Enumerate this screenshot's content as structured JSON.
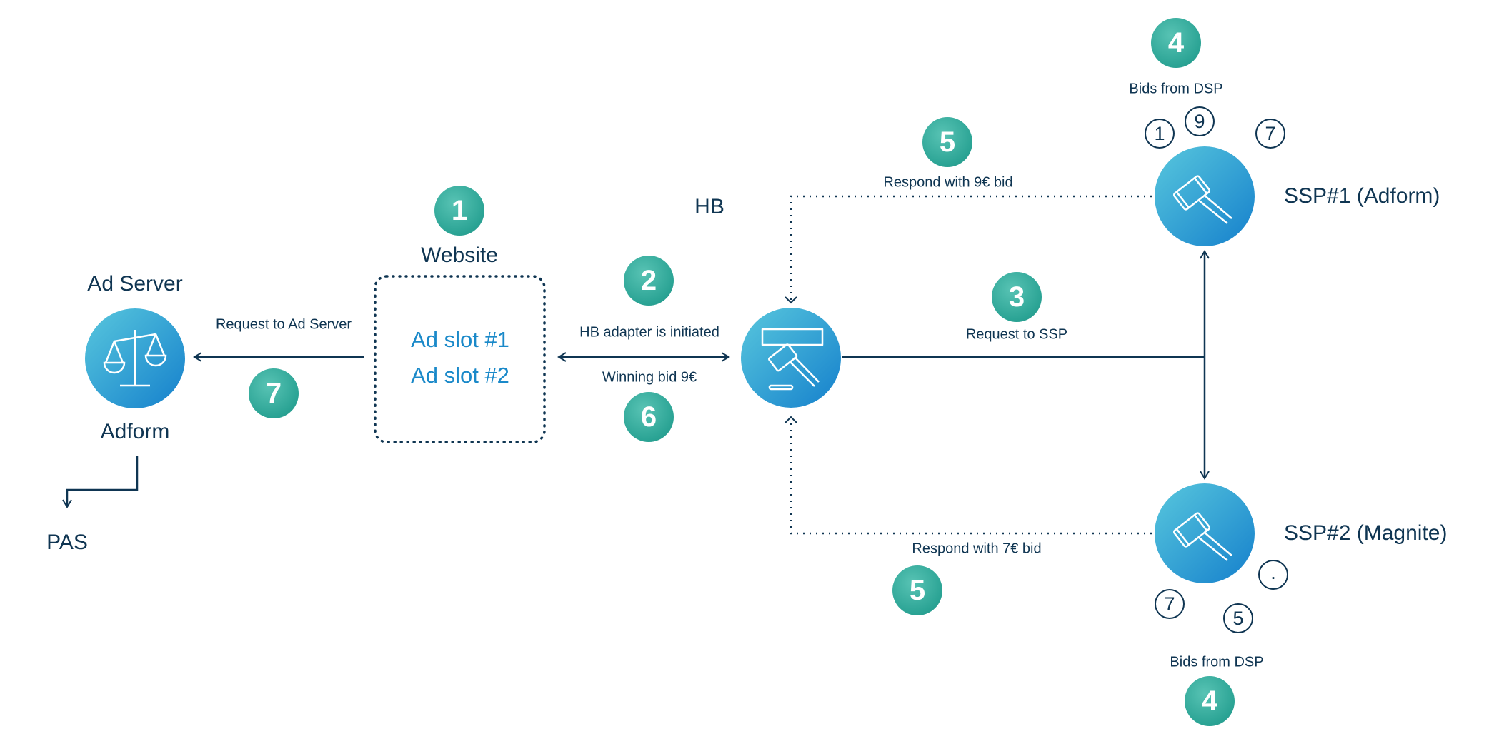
{
  "nodes": {
    "ad_server_title": "Ad Server",
    "ad_server_name": "Adform",
    "pas": "PAS",
    "website": "Website",
    "hb": "HB",
    "ssp1": "SSP#1 (Adform)",
    "ssp2": "SSP#2 (Magnite)"
  },
  "slots": [
    "Ad slot #1",
    "Ad slot #2"
  ],
  "edges": {
    "request_ad_server": "Request to Ad Server",
    "hb_adapter": "HB adapter is initiated",
    "winning_bid": "Winning bid 9€",
    "request_ssp": "Request to SSP",
    "respond_9": "Respond with 9€ bid",
    "respond_7": "Respond with 7€ bid",
    "bids_dsp_top": "Bids from DSP",
    "bids_dsp_bottom": "Bids from DSP"
  },
  "steps": {
    "website": "1",
    "hb_adapter": "2",
    "request_ssp": "3",
    "bids_top": "4",
    "bids_bottom": "4",
    "respond_9": "5",
    "respond_7": "5",
    "winning_bid": "6",
    "request_ad_server": "7"
  },
  "bids": {
    "ssp1": [
      "1",
      "9",
      "7"
    ],
    "ssp2": [
      ".",
      "7",
      "5"
    ]
  },
  "colors": {
    "step": "#2aa394",
    "node_circle": "#1a89c9",
    "text": "#0f3552",
    "slot_text": "#1a89c9"
  },
  "icons": {
    "ad_server": "scales-icon",
    "hb": "auction-gavel-icon",
    "ssp1": "gavel-icon",
    "ssp2": "gavel-icon"
  }
}
